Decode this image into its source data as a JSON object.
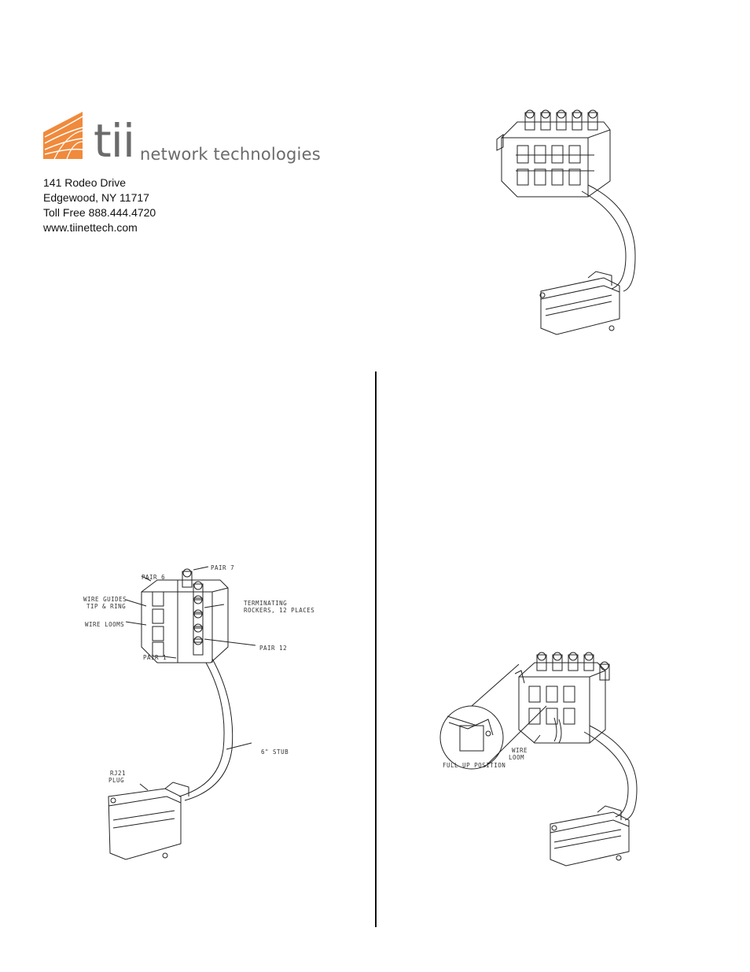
{
  "header": {
    "brand_name": "tii",
    "brand_subtitle": "network technologies",
    "logo_color": "#f08a3c",
    "address": [
      "141 Rodeo Drive",
      "Edgewood, NY 11717",
      "Toll Free 888.444.4720",
      "www.tiinettech.com"
    ]
  },
  "diagram_labels": {
    "pair_7": "PAIR 7",
    "pair_6": "PAIR 6",
    "wire_guides_1": "WIRE GUIDES",
    "wire_guides_2": "TIP & RING",
    "terminating_1": "TERMINATING",
    "terminating_2": "ROCKERS, 12 PLACES",
    "wire_looms": "WIRE LOOMS",
    "pair_12": "PAIR 12",
    "pair_1": "PAIR 1",
    "stub": "6\" STUB",
    "rj21_1": "RJ21",
    "rj21_2": "PLUG",
    "wire_loom_1": "WIRE",
    "wire_loom_2": "LOOM",
    "full_up": "FULL UP POSITION"
  }
}
